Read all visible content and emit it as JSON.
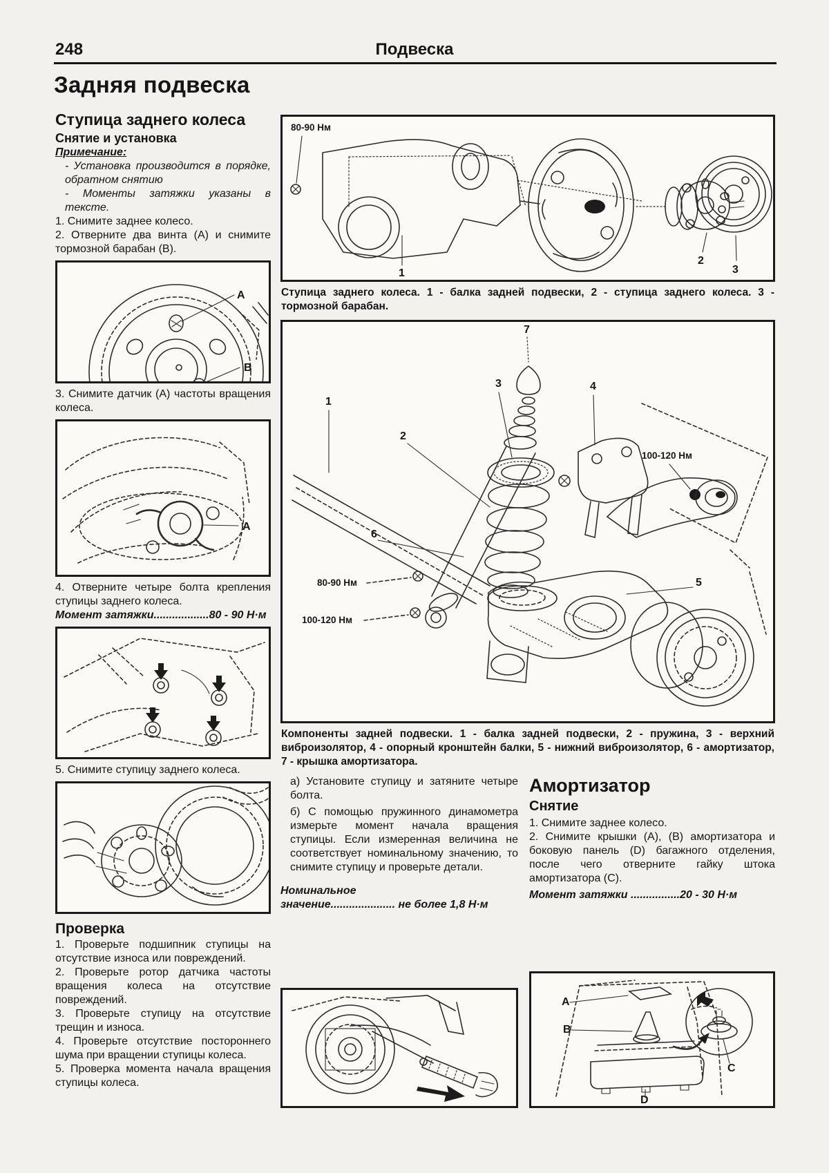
{
  "colors": {
    "ink": "#151515",
    "paper": "#f2f1ed"
  },
  "header": {
    "page_number": "248",
    "chapter": "Подвеска"
  },
  "title": "Задняя подвеска",
  "left": {
    "h_hub": "Ступица заднего колеса",
    "h_removal": "Снятие и установка",
    "note_label": "Примечание:",
    "notes": [
      "- Установка производится в порядке, обратном снятию",
      "- Моменты затяжки указаны в тексте."
    ],
    "steps": [
      "1. Снимите заднее колесо.",
      "2. Отверните два винта (А) и снимите тормозной барабан (В).",
      "3. Снимите датчик (А) частоты вращения колеса.",
      "4. Отверните четыре болта крепления ступицы заднего колеса.",
      "5. Снимите ступицу заднего колеса."
    ],
    "torque_step4": "Момент затяжки..................80 - 90 Н·м",
    "h_check": "Проверка",
    "check_steps": [
      "1. Проверьте подшипник ступицы на отсутствие износа или повреждений.",
      "2. Проверьте ротор датчика частоты вращения колеса на отсутствие повреждений.",
      "3. Проверьте ступицу на отсутствие трещин и износа.",
      "4. Проверьте отсутствие постороннего шума при вращении ступицы колеса.",
      "5. Проверка момента начала вращения ступицы колеса."
    ],
    "fig_drum": {
      "a": "A",
      "b": "B"
    },
    "fig_sensor": {
      "a": "A"
    }
  },
  "right": {
    "caption_hub": "Ступица заднего колеса. 1 - балка задней подвески, 2 - ступица заднего колеса. 3 - тормозной барабан.",
    "caption_components": "Компоненты задней подвески. 1 - балка задней подвески, 2 - пружина, 3 - верхний виброизолятор, 4 - опорный кронштейн балки, 5 - нижний виброизолятор, 6 - амортизатор, 7 - крышка амортизатора.",
    "fig_hub": {
      "torque": "80-90 Нм",
      "n1": "1",
      "n2": "2",
      "n3": "3"
    },
    "fig_components": {
      "n1": "1",
      "n2": "2",
      "n3": "3",
      "n4": "4",
      "n5": "5",
      "n6": "6",
      "n7": "7",
      "torque_bracket": "100-120 Нм",
      "torque_shock": "80-90 Нм",
      "torque_beam": "100-120 Нм"
    }
  },
  "bottom_left": {
    "step_a": "а) Установите ступицу и затяните четыре болта.",
    "step_b": "б) С помощью пружинного динамометра измерьте момент начала вращения ступицы. Если измеренная величина не соответствует номинальному значению, то снимите ступицу и проверьте детали.",
    "nominal_1": "Номинальное",
    "nominal_2": "значение..................... не более 1,8 Н·м"
  },
  "shock": {
    "h": "Амортизатор",
    "h_removal": "Снятие",
    "steps": [
      "1. Снимите заднее колесо.",
      "2. Снимите крышки (А), (В) амортизатора и боковую панель (D) багажного отделения, после чего отверните гайку штока амортизатора (С)."
    ],
    "torque": "Момент затяжки ................20 - 30 Н·м",
    "fig_trunk": {
      "a": "A",
      "b": "B",
      "c": "C",
      "d": "D"
    }
  }
}
